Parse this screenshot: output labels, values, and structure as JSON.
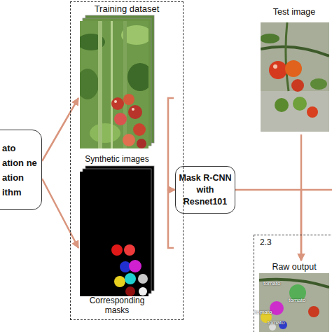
{
  "diagram": {
    "nodes": [
      {
        "text": [
          "ato ation ne ation ithm"
        ]
      },
      {
        "text": [
          "Training dataset"
        ]
      },
      {
        "text": [
          "Synthetic images"
        ],
        "in": 1
      },
      {
        "text": [
          "Corresponding masks"
        ],
        "in": 1
      },
      {
        "text": [
          "Mask R-CNN with Resnet101"
        ]
      },
      {
        "text": [
          "Test image"
        ]
      },
      {
        "text": [
          "2.3"
        ]
      },
      {
        "text": [
          "Raw output"
        ],
        "in": 6
      }
    ],
    "edges": [
      {
        "from": 0,
        "to": 2,
        "arrow": "to"
      },
      {
        "from": 0,
        "to": 3,
        "arrow": "to"
      },
      {
        "from": 2,
        "to": 4,
        "arrow": "to"
      },
      {
        "from": 3,
        "to": 4,
        "arrow": "to"
      },
      {
        "from": 4,
        "to": 7,
        "arrow": "to"
      },
      {
        "from": 5,
        "to": 7,
        "arrow": "to"
      }
    ],
    "labels": [
      "tomato",
      "tomato",
      "tomato",
      "tomato"
    ]
  }
}
